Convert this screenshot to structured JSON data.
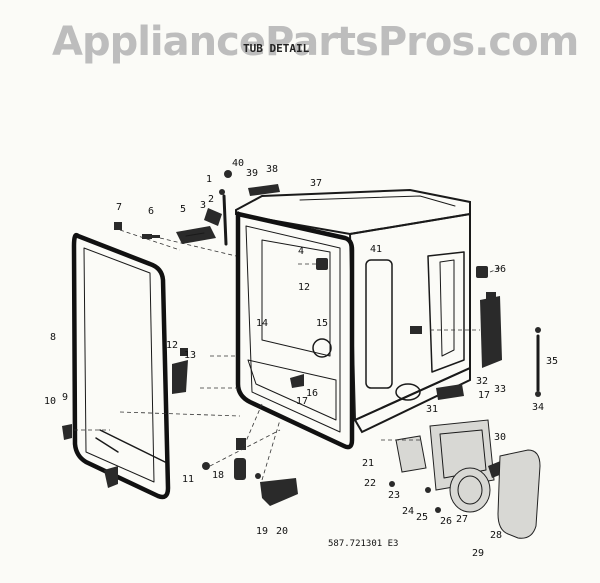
{
  "watermark": "AppliancePartsPros.com",
  "header": "TUB DETAIL",
  "reference_number": "587.721301 E3",
  "callouts": [
    {
      "id": "1",
      "label": "1"
    },
    {
      "id": "2",
      "label": "2"
    },
    {
      "id": "3",
      "label": "3"
    },
    {
      "id": "4",
      "label": "4"
    },
    {
      "id": "5",
      "label": "5"
    },
    {
      "id": "6",
      "label": "6"
    },
    {
      "id": "7",
      "label": "7"
    },
    {
      "id": "8",
      "label": "8"
    },
    {
      "id": "9",
      "label": "9"
    },
    {
      "id": "10",
      "label": "10"
    },
    {
      "id": "11",
      "label": "11"
    },
    {
      "id": "12a",
      "label": "12"
    },
    {
      "id": "12b",
      "label": "12"
    },
    {
      "id": "13",
      "label": "13"
    },
    {
      "id": "14",
      "label": "14"
    },
    {
      "id": "15",
      "label": "15"
    },
    {
      "id": "16",
      "label": "16"
    },
    {
      "id": "17a",
      "label": "17"
    },
    {
      "id": "17b",
      "label": "17"
    },
    {
      "id": "18",
      "label": "18"
    },
    {
      "id": "19",
      "label": "19"
    },
    {
      "id": "20",
      "label": "20"
    },
    {
      "id": "21",
      "label": "21"
    },
    {
      "id": "22",
      "label": "22"
    },
    {
      "id": "23",
      "label": "23"
    },
    {
      "id": "24",
      "label": "24"
    },
    {
      "id": "25",
      "label": "25"
    },
    {
      "id": "26",
      "label": "26"
    },
    {
      "id": "27",
      "label": "27"
    },
    {
      "id": "28",
      "label": "28"
    },
    {
      "id": "29",
      "label": "29"
    },
    {
      "id": "30",
      "label": "30"
    },
    {
      "id": "31",
      "label": "31"
    },
    {
      "id": "32",
      "label": "32"
    },
    {
      "id": "33",
      "label": "33"
    },
    {
      "id": "34",
      "label": "34"
    },
    {
      "id": "35",
      "label": "35"
    },
    {
      "id": "36",
      "label": "36"
    },
    {
      "id": "37",
      "label": "37"
    },
    {
      "id": "38",
      "label": "38"
    },
    {
      "id": "39",
      "label": "39"
    },
    {
      "id": "40",
      "label": "40"
    },
    {
      "id": "41",
      "label": "41"
    }
  ]
}
